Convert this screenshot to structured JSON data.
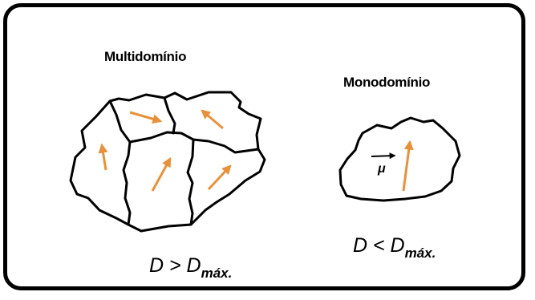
{
  "multidomain": {
    "title": "Multidomínio",
    "condition": {
      "prefix": "D > D",
      "subscript": "máx."
    }
  },
  "monodomain": {
    "title": "Monodomínio",
    "moment_symbol": "μ",
    "condition": {
      "prefix": "D < D",
      "subscript": "máx."
    }
  },
  "colors": {
    "arrow": "#e8913a",
    "outline": "#000000",
    "frame": "#000000"
  }
}
